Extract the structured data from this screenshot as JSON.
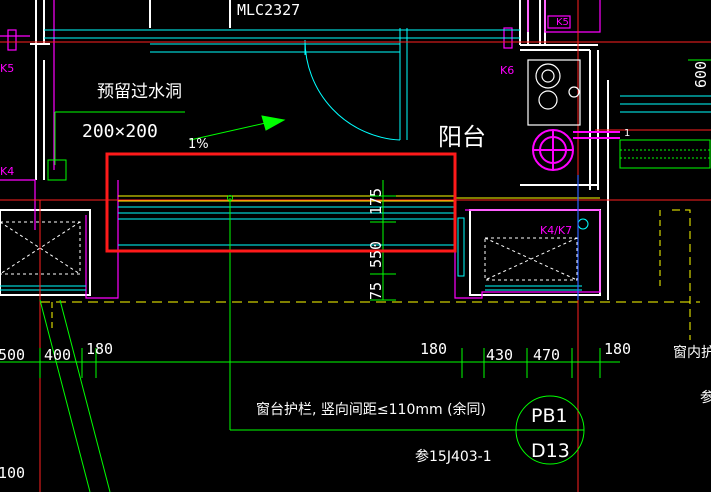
{
  "colors": {
    "background": "#000000",
    "white": "#ffffff",
    "green": "#00ff00",
    "cyan": "#00ffff",
    "magenta": "#ff00ff",
    "red": "#ff2020",
    "yellow": "#ffff00",
    "blue": "#3060ff",
    "selection": "#ff1a1a"
  },
  "labels": {
    "window_tag": "MLC2327",
    "k5_left": "K5",
    "k5_top": "K5",
    "k6": "K6",
    "k4_left": "K4",
    "k4k7": "K4/K7",
    "reserved_hole": "预留过水洞",
    "hole_size": "200×200",
    "slope": "1%",
    "balcony": "阳台",
    "dim_175": "175",
    "dim_550": "550",
    "dim_75": "75",
    "dim_600_top": "600",
    "dim_500": "500",
    "dim_400": "400",
    "dim_180_a": "180",
    "dim_180_b": "180",
    "dim_430": "430",
    "dim_470": "470",
    "dim_180_c": "180",
    "dim_100": "100",
    "railing_note": "窗台护栏, 竖向间距≤110mm (余同)",
    "ref_std": "参15J403-1",
    "callout_top": "PB1",
    "callout_bottom": "D13",
    "right_cut_text": "窗内护",
    "right_edge_glyph": "参",
    "small_1": "1"
  }
}
